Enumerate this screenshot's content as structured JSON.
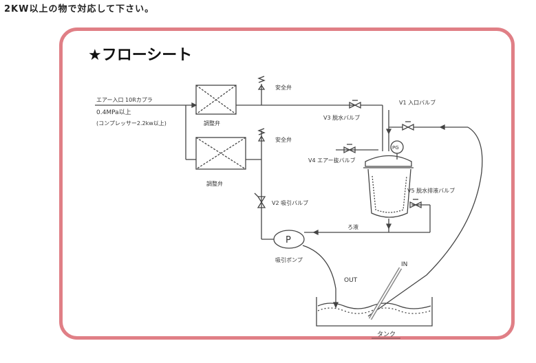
{
  "top_note": "2KW以上の物で対応して下さい。",
  "title": "★フローシート",
  "labels": {
    "air_in": "エアー入口 10Rカプラ",
    "pressure": "0.4MPa以上",
    "compressor": "(コンプレッサー2.2kw以上)",
    "safety_valve_1": "安全弁",
    "safety_valve_2": "安全弁",
    "regulator_1": "調整弁",
    "regulator_2": "調整弁",
    "v1": "V1 入口バルブ",
    "v2": "V2 吸引バルブ",
    "v3": "V3 脱水バルブ",
    "v4": "V4 エアー抜バルブ",
    "v5": "V5 脱水排液バルブ",
    "filter": "ろ液",
    "pump_symbol": "P",
    "pump": "吸引ポンプ",
    "out": "OUT",
    "in": "IN",
    "tank": "タンク",
    "gauge": "PG"
  }
}
